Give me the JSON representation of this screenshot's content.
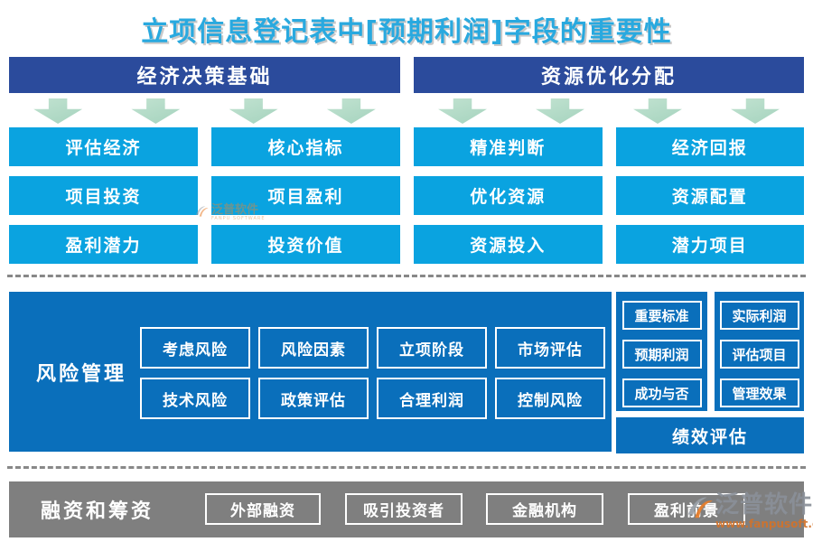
{
  "title": "立项信息登记表中[预期利润]字段的重要性",
  "colors": {
    "title_text": "#29a9df",
    "header_bg": "#2b4b9c",
    "button_cyan": "#0aa3e0",
    "panel_blue": "#0a6fbb",
    "footer_gray": "#7f7f7f",
    "arrow_green": "#b2dbc6",
    "dash_gray": "#888888",
    "watermark_orange": "#d2722a"
  },
  "top_sections": [
    {
      "header": "经济决策基础",
      "rows": [
        [
          "评估经济",
          "核心指标"
        ],
        [
          "项目投资",
          "项目盈利"
        ],
        [
          "盈利潜力",
          "投资价值"
        ]
      ]
    },
    {
      "header": "资源优化分配",
      "rows": [
        [
          "精准判断",
          "经济回报"
        ],
        [
          "优化资源",
          "资源配置"
        ],
        [
          "资源投入",
          "潜力项目"
        ]
      ]
    }
  ],
  "risk_section": {
    "title": "风险管理",
    "rows": [
      [
        "考虑风险",
        "风险因素",
        "立项阶段",
        "市场评估"
      ],
      [
        "技术风险",
        "政策评估",
        "合理利润",
        "控制风险"
      ]
    ]
  },
  "criteria_section": {
    "columns": [
      [
        "重要标准",
        "预期利润",
        "成功与否"
      ],
      [
        "实际利润",
        "评估项目",
        "管理效果"
      ]
    ],
    "footer": "绩效评估"
  },
  "financing_section": {
    "title": "融资和筹资",
    "buttons": [
      "外部融资",
      "吸引投资者",
      "金融机构",
      "盈利前景"
    ]
  },
  "watermarks": {
    "brand": "泛普软件",
    "brand_caption": "FANPU SOFTWARE",
    "url": "www.fanpusoft.com"
  }
}
